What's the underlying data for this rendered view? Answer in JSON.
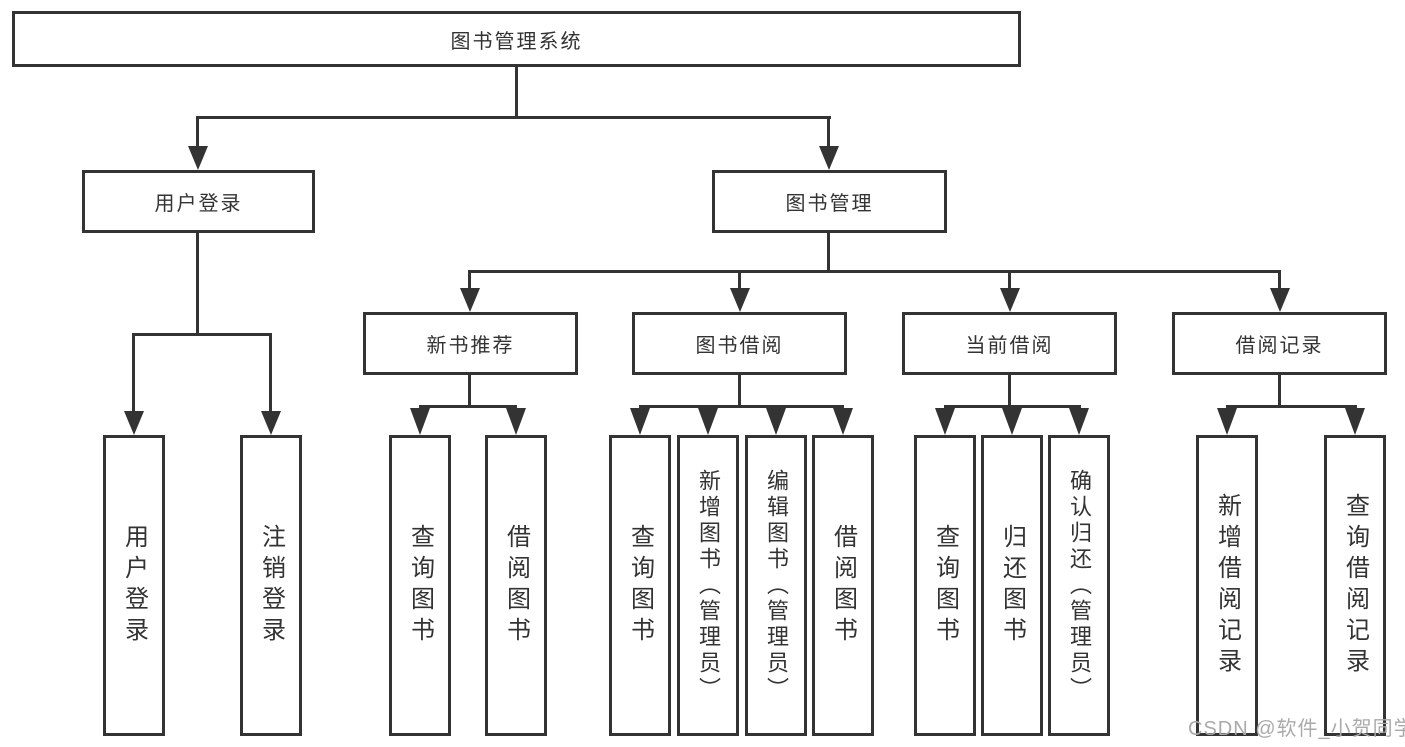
{
  "nodes": {
    "root": {
      "label": "图书管理系统"
    },
    "user_login": {
      "label": "用户登录"
    },
    "book_mgmt": {
      "label": "图书管理"
    },
    "leaf_user_login": {
      "label": "用户登录"
    },
    "leaf_logout": {
      "label": "注销登录"
    },
    "new_book_rec": {
      "label": "新书推荐"
    },
    "book_borrow": {
      "label": "图书借阅"
    },
    "current_borrow": {
      "label": "当前借阅"
    },
    "borrow_records": {
      "label": "借阅记录"
    },
    "nbr_query_books": {
      "label": "查询图书"
    },
    "nbr_borrow_books": {
      "label": "借阅图书"
    },
    "bb_query_books": {
      "label": "查询图书"
    },
    "bb_add_books": {
      "label": "新增图书（管理员）"
    },
    "bb_edit_books": {
      "label": "编辑图书（管理员）"
    },
    "bb_borrow_books": {
      "label": "借阅图书"
    },
    "cb_query_books": {
      "label": "查询图书"
    },
    "cb_return_books": {
      "label": "归还图书"
    },
    "cb_confirm_return": {
      "label": "确认归还（管理员）"
    },
    "br_add_record": {
      "label": "新增借阅记录"
    },
    "br_query_record": {
      "label": "查询借阅记录"
    }
  },
  "hierarchy": {
    "图书管理系统": {
      "用户登录": [
        "用户登录",
        "注销登录"
      ],
      "图书管理": {
        "新书推荐": [
          "查询图书",
          "借阅图书"
        ],
        "图书借阅": [
          "查询图书",
          "新增图书（管理员）",
          "编辑图书（管理员）",
          "借阅图书"
        ],
        "当前借阅": [
          "查询图书",
          "归还图书",
          "确认归还（管理员）"
        ],
        "借阅记录": [
          "新增借阅记录",
          "查询借阅记录"
        ]
      }
    }
  },
  "watermark": {
    "text": "CSDN @软件_小贺同学"
  },
  "colors": {
    "line": "#333333",
    "text": "#333333",
    "box_background": "#ffffff",
    "page_background": "#ffffff",
    "watermark": "#aaaaaa"
  }
}
